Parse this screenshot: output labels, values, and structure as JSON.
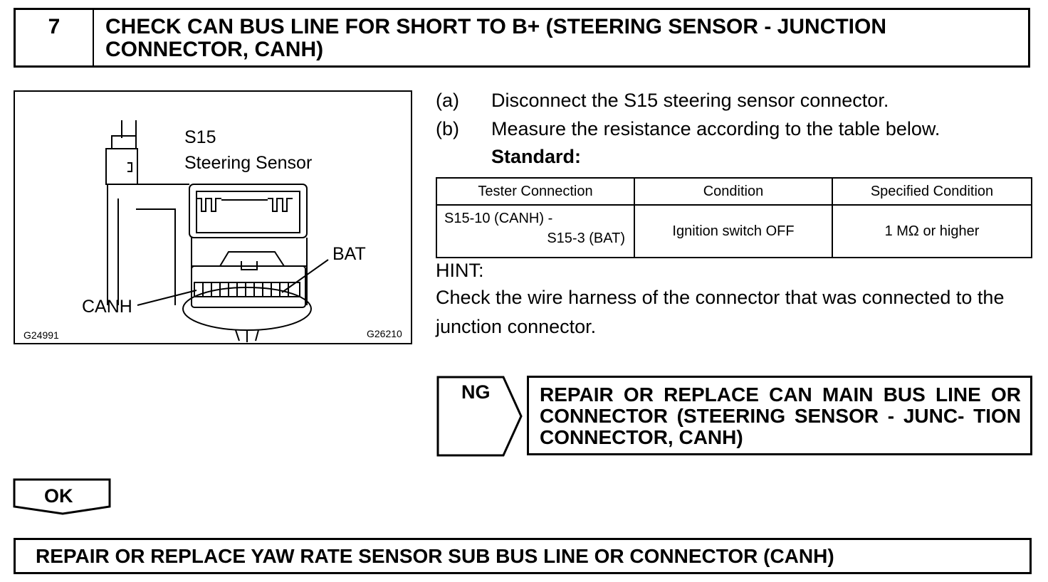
{
  "step": {
    "number": "7",
    "title": "CHECK CAN BUS LINE FOR SHORT TO B+ (STEERING SENSOR - JUNCTION CONNECTOR, CANH)"
  },
  "diagram": {
    "connector_code": "S15",
    "connector_name": "Steering Sensor",
    "label_bat": "BAT",
    "label_canh": "CANH",
    "figure_code_left": "G24991",
    "figure_code_right": "G26210"
  },
  "instructions": [
    {
      "letter": "(a)",
      "text": "Disconnect the S15 steering sensor connector."
    },
    {
      "letter": "(b)",
      "text": "Measure the resistance according to the table below."
    }
  ],
  "standard_label": "Standard:",
  "table": {
    "headers": [
      "Tester Connection",
      "Condition",
      "Specified Condition"
    ],
    "row": {
      "tester_line1": "S15-10 (CANH) -",
      "tester_line2": "S15-3 (BAT)",
      "condition": "Ignition switch OFF",
      "specified": "1 MΩ or higher"
    }
  },
  "hint": {
    "label": "HINT:",
    "text": "Check the wire harness of the connector that was connected to the junction connector."
  },
  "ng": {
    "label": "NG",
    "result": "REPAIR OR REPLACE CAN MAIN BUS LINE OR CONNECTOR (STEERING SENSOR - JUNC- TION CONNECTOR, CANH)"
  },
  "ok": {
    "label": "OK"
  },
  "final_result": "REPAIR OR REPLACE YAW RATE SENSOR SUB BUS LINE OR CONNECTOR (CANH)"
}
